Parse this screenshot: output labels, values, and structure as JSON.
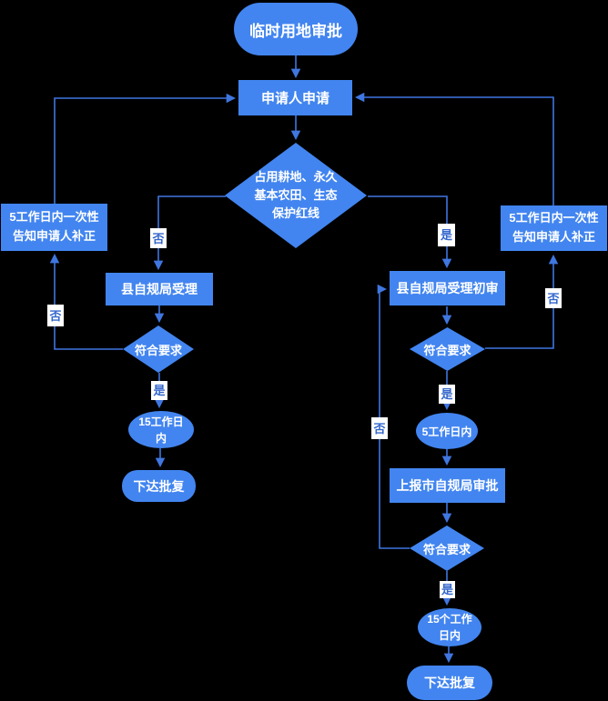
{
  "diagram_title": "临时用地审批",
  "colors": {
    "background": "#000000",
    "shape_fill": "#4285f0",
    "shape_text": "#ffffff",
    "connector": "#3f76e0",
    "edge_label_bg": "#ffffff",
    "edge_label_text": "#3366cc"
  },
  "nodes": {
    "start": {
      "label": "临时用地审批",
      "shape": "stadium"
    },
    "apply": {
      "label": "申请人申请",
      "shape": "rect"
    },
    "main_decision": {
      "label": "占用耕地、永久\n基本农田、生态\n保护红线",
      "shape": "diamond"
    },
    "notify_left": {
      "label": "5工作日内一次性\n告知申请人补正",
      "shape": "rect"
    },
    "county_accept": {
      "label": "县自规局受理",
      "shape": "rect"
    },
    "check_left": {
      "label": "符合要求",
      "shape": "diamond"
    },
    "days15_left": {
      "label": "15工作日\n内",
      "shape": "ellipse"
    },
    "issue_left": {
      "label": "下达批复",
      "shape": "stadium"
    },
    "county_preliminary": {
      "label": "县自规局受理初审",
      "shape": "rect"
    },
    "check_right_1": {
      "label": "符合要求",
      "shape": "diamond"
    },
    "days5_right": {
      "label": "5工作日内",
      "shape": "ellipse"
    },
    "report_city": {
      "label": "上报市自规局审批",
      "shape": "rect"
    },
    "check_right_2": {
      "label": "符合要求",
      "shape": "diamond"
    },
    "days15_right": {
      "label": "15个工作\n日内",
      "shape": "ellipse"
    },
    "issue_right": {
      "label": "下达批复",
      "shape": "stadium"
    },
    "notify_right": {
      "label": "5工作日内一次性\n告知申请人补正",
      "shape": "rect"
    }
  },
  "edge_labels": {
    "yes": "是",
    "no": "否"
  }
}
